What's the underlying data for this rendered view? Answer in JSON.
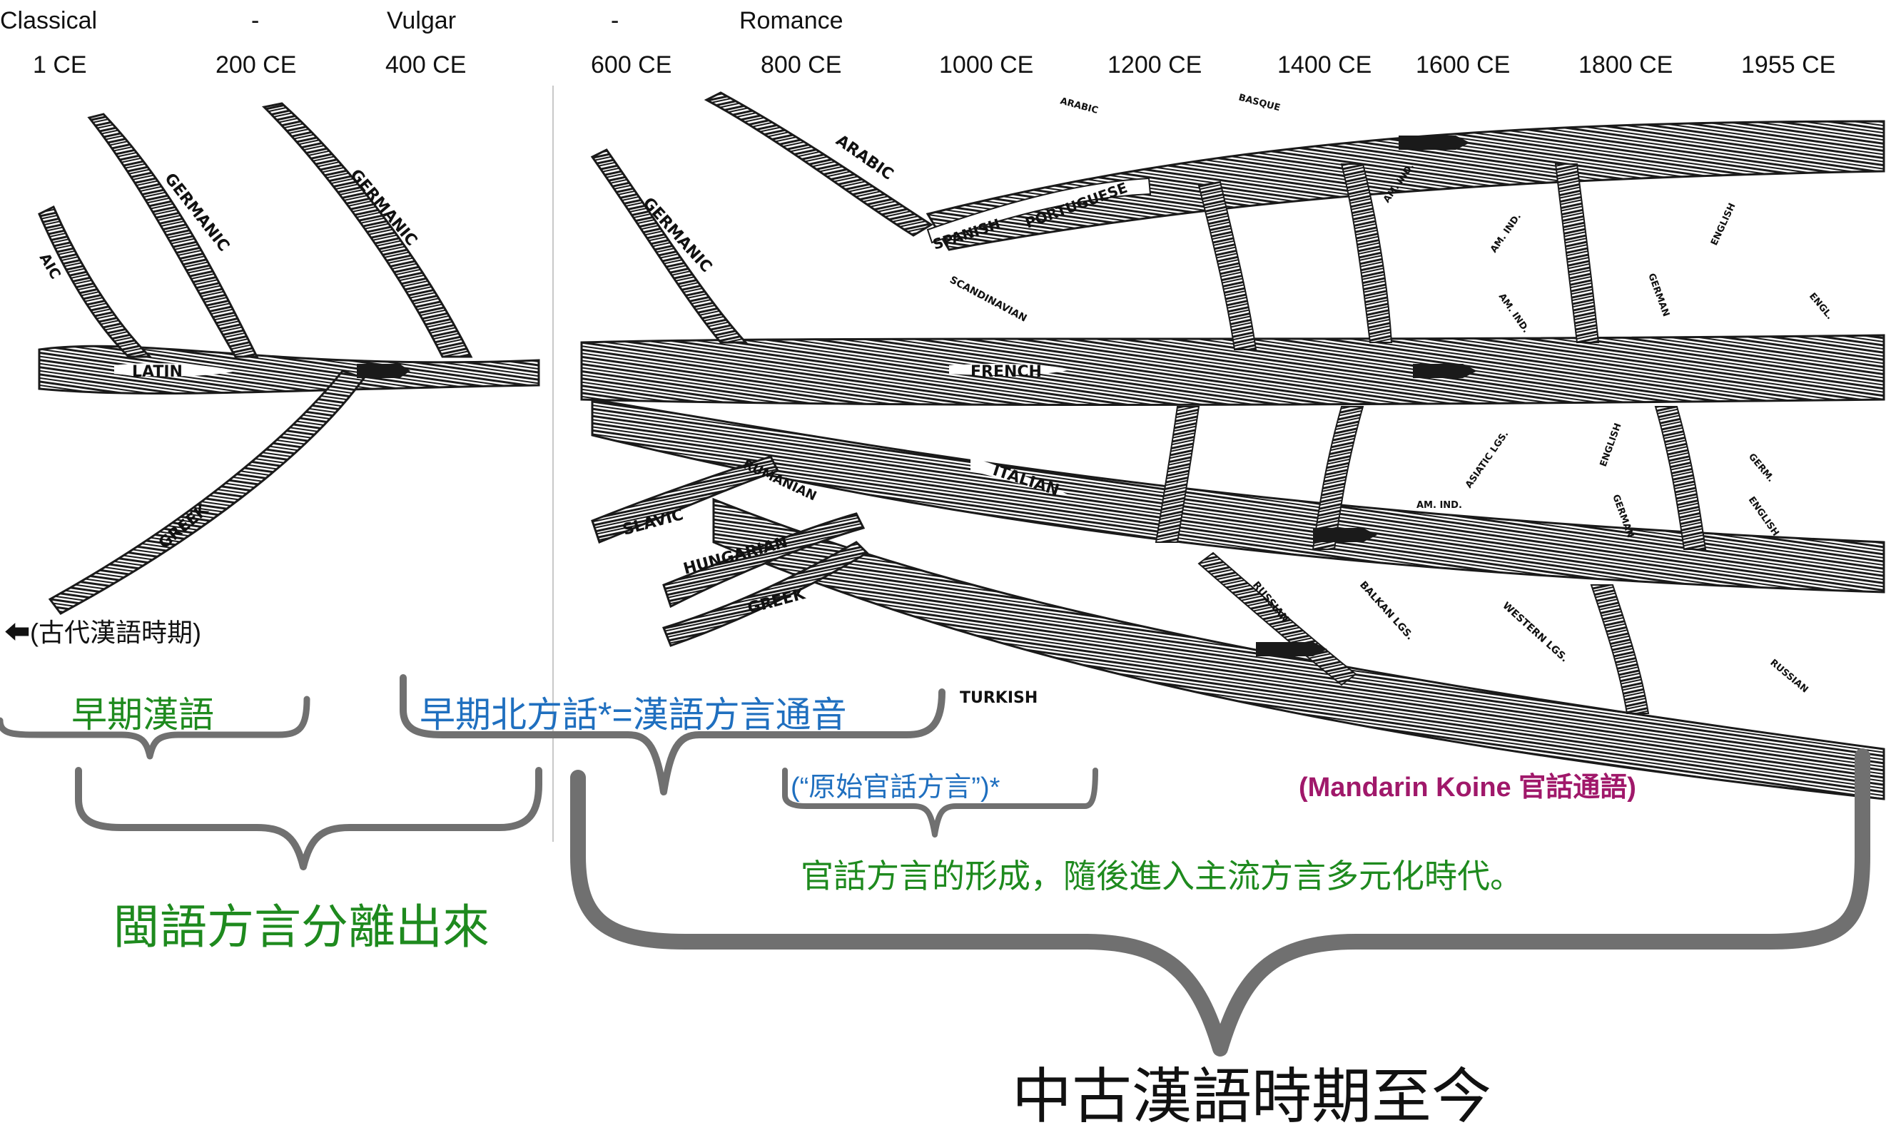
{
  "periods": [
    "Classical",
    "-",
    "Vulgar",
    "-",
    "Romance"
  ],
  "years": [
    "1 CE",
    "200 CE",
    "400 CE",
    "600 CE",
    "800 CE",
    "1000 CE",
    "1200 CE",
    "1400 CE",
    "1600 CE",
    "1800 CE",
    "1955 CE"
  ],
  "left_panel_labels": [
    "AIC",
    "GERMANIC",
    "GERMANIC",
    "LATIN",
    "GREEK"
  ],
  "right_panel_labels": {
    "arabic_small": "ARABIC",
    "basque": "BASQUE",
    "arabic": "ARABIC",
    "germanic": "GERMANIC",
    "spanish": "SPANISH",
    "portuguese": "PORTUGUESE",
    "scandinavian": "SCANDINAVIAN",
    "french": "FRENCH",
    "italian": "ITALIAN",
    "rumanian": "RUMANIAN",
    "slavic": "SLAVIC",
    "hungarian": "HUNGARIAN",
    "greek": "GREEK",
    "turkish": "TURKISH",
    "russian": "RUSSIAN",
    "balkan": "BALKAN LGS.",
    "western": "WESTERN LGS.",
    "am_ind_1": "AM. IND.",
    "am_ind_2": "AM. IND.",
    "am_ind_3": "AM. IND.",
    "am_ind_4": "AM. IND.",
    "asiatic": "ASIATIC LGS.",
    "english_1": "ENGLISH",
    "english_2": "ENGLISH",
    "english_3": "ENGLISH",
    "engl": "ENGL.",
    "german_1": "GERMAN",
    "german_2": "GERMAN",
    "germ": "GERM.",
    "russian_2": "RUSSIAN"
  },
  "annotations": {
    "ancient_arrow": "⬅(古代漢語時期)",
    "early_han": "早期漢語",
    "early_north": "早期北方話*=漢語方言通音",
    "proto_mandarin": "(“原始官話方言”)*",
    "mandarin_koine": "(Mandarin Koine 官話通語)",
    "mandarin_formation": "官話方言的形成，隨後進入主流方言多元化時代。",
    "min_split": "閩語方言分離出來",
    "middle_to_now": "中古漢語時期至今"
  },
  "colors": {
    "green": "#1e8a1e",
    "blue": "#1f6fbf",
    "purple": "#a0186a",
    "brace": "#707070",
    "ink": "#1a1a1a"
  }
}
